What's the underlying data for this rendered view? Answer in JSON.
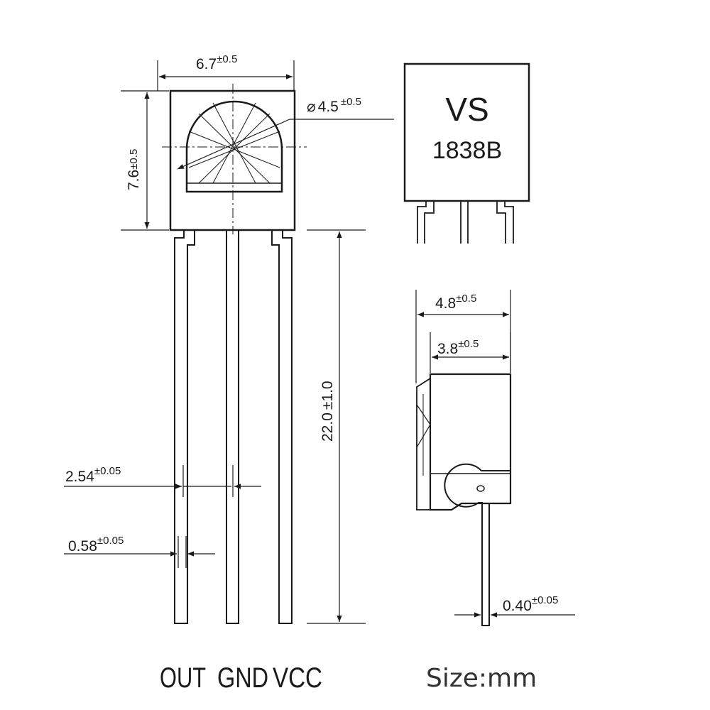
{
  "dimensions": {
    "body_width": {
      "value": "6.7",
      "tolerance": "±0.5"
    },
    "body_height": {
      "value": "7.6",
      "tolerance": "±0.5"
    },
    "lens_diameter": {
      "symbol": "⌀",
      "value": "4.5",
      "tolerance": "±0.5"
    },
    "lead_length": {
      "value": "22.0",
      "tolerance": "±1.0"
    },
    "pin_pitch": {
      "value": "2.54",
      "tolerance": "±0.05"
    },
    "pin_width": {
      "value": "0.58",
      "tolerance": "±0.05"
    },
    "depth_outer": {
      "value": "4.8",
      "tolerance": "±0.5"
    },
    "depth_inner": {
      "value": "3.8",
      "tolerance": "±0.5"
    },
    "lead_thickness": {
      "value": "0.40",
      "tolerance": "±0.05"
    }
  },
  "marking": {
    "line1": "VS",
    "line2": "1838B"
  },
  "pins": [
    "OUT",
    "GND",
    "VCC"
  ],
  "units_label": "Size:mm",
  "colors": {
    "line": "#1a1a1a",
    "background": "#ffffff"
  }
}
